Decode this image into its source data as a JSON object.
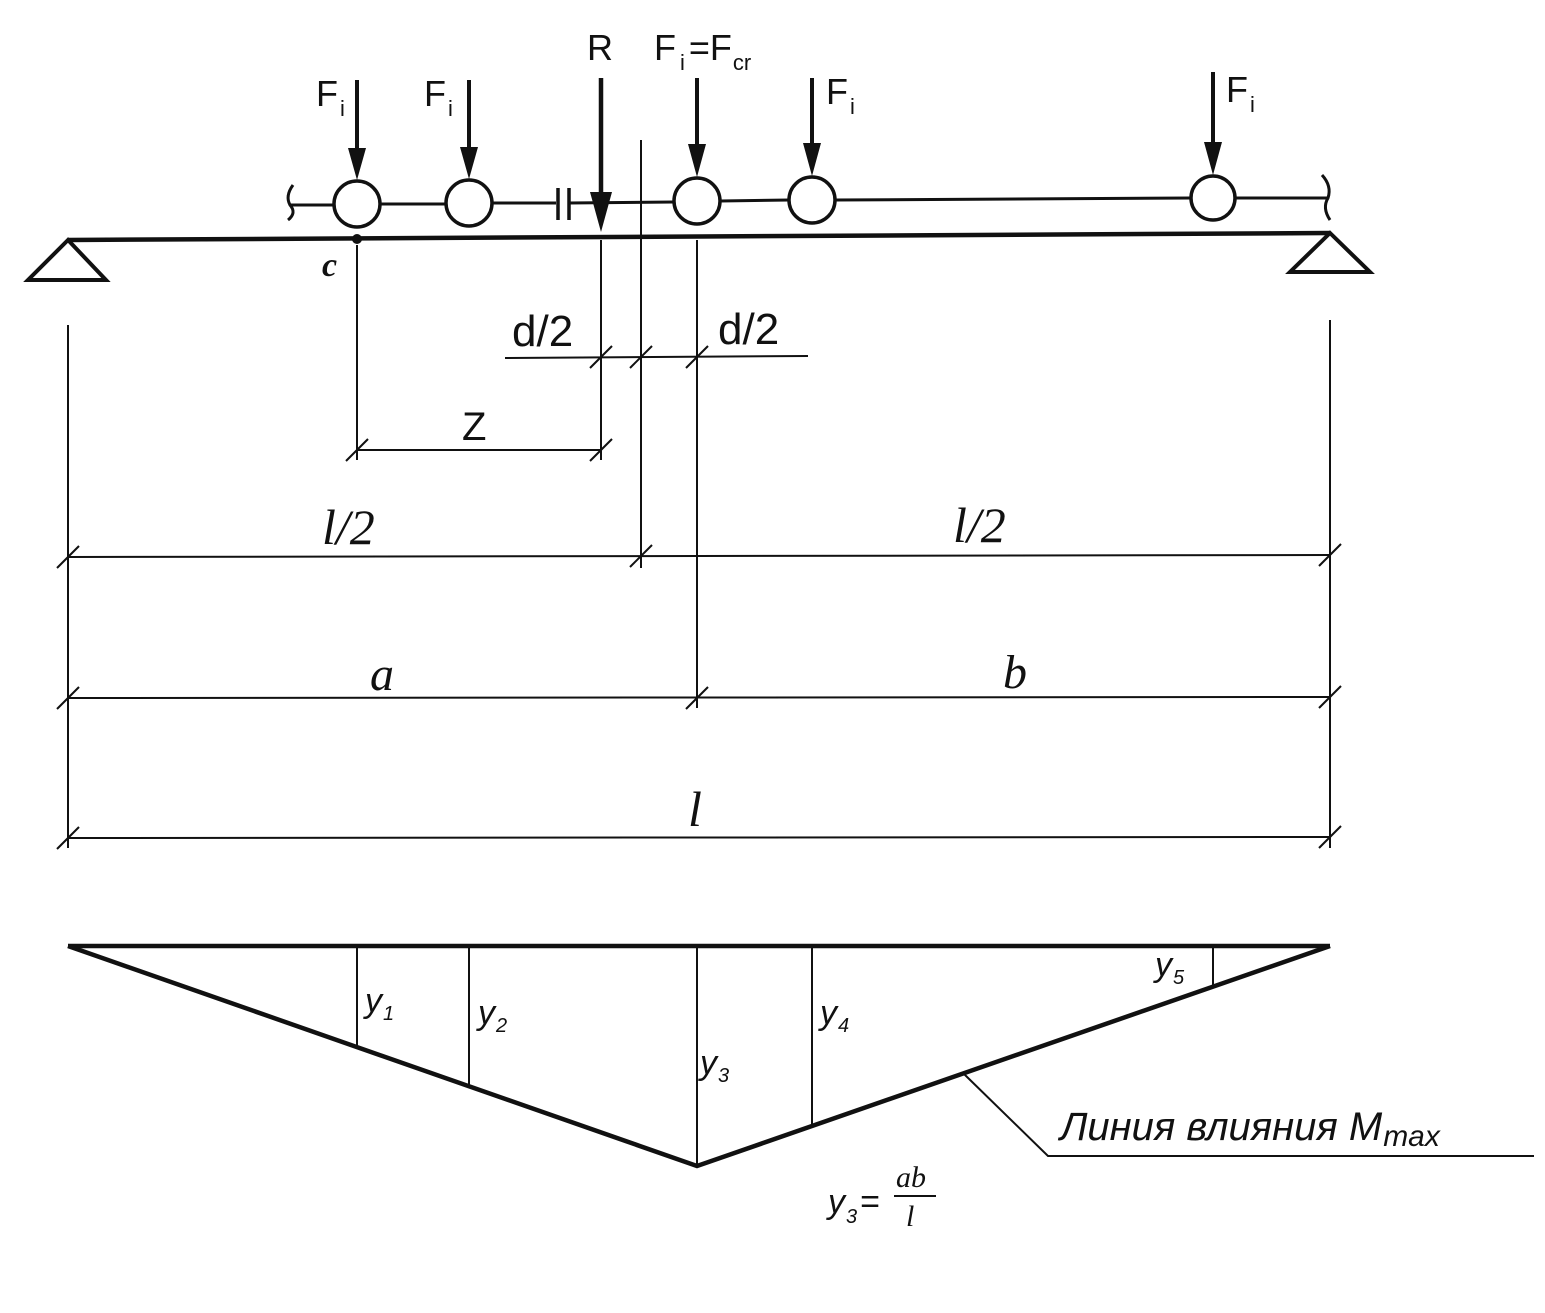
{
  "loads": {
    "f1": {
      "main": "F",
      "sub": "i"
    },
    "f2": {
      "main": "F",
      "sub": "i"
    },
    "r": "R",
    "fcr": {
      "main": "F",
      "sub": "i",
      "eq": "=F",
      "sub2": "cr"
    },
    "f4": {
      "main": "F",
      "sub": "i"
    },
    "f5": {
      "main": "F",
      "sub": "i"
    }
  },
  "point_c": "c",
  "dims": {
    "d_half_left": "d/2",
    "d_half_right": "d/2",
    "z": "Z",
    "l_half_left": "l/2",
    "l_half_right": "l/2",
    "a": "a",
    "b": "b",
    "l": "l"
  },
  "ordinates": {
    "y1": {
      "main": "y",
      "sub": "1"
    },
    "y2": {
      "main": "y",
      "sub": "2"
    },
    "y3": {
      "main": "y",
      "sub": "3"
    },
    "y4": {
      "main": "y",
      "sub": "4"
    },
    "y5": {
      "main": "y",
      "sub": "5"
    }
  },
  "influence_line_label": {
    "main": "Линия влияния M",
    "sub": "max"
  },
  "formula": {
    "lhs": "y",
    "lhs_sub": "3",
    "eq": "=",
    "num": "ab",
    "den": "l"
  }
}
